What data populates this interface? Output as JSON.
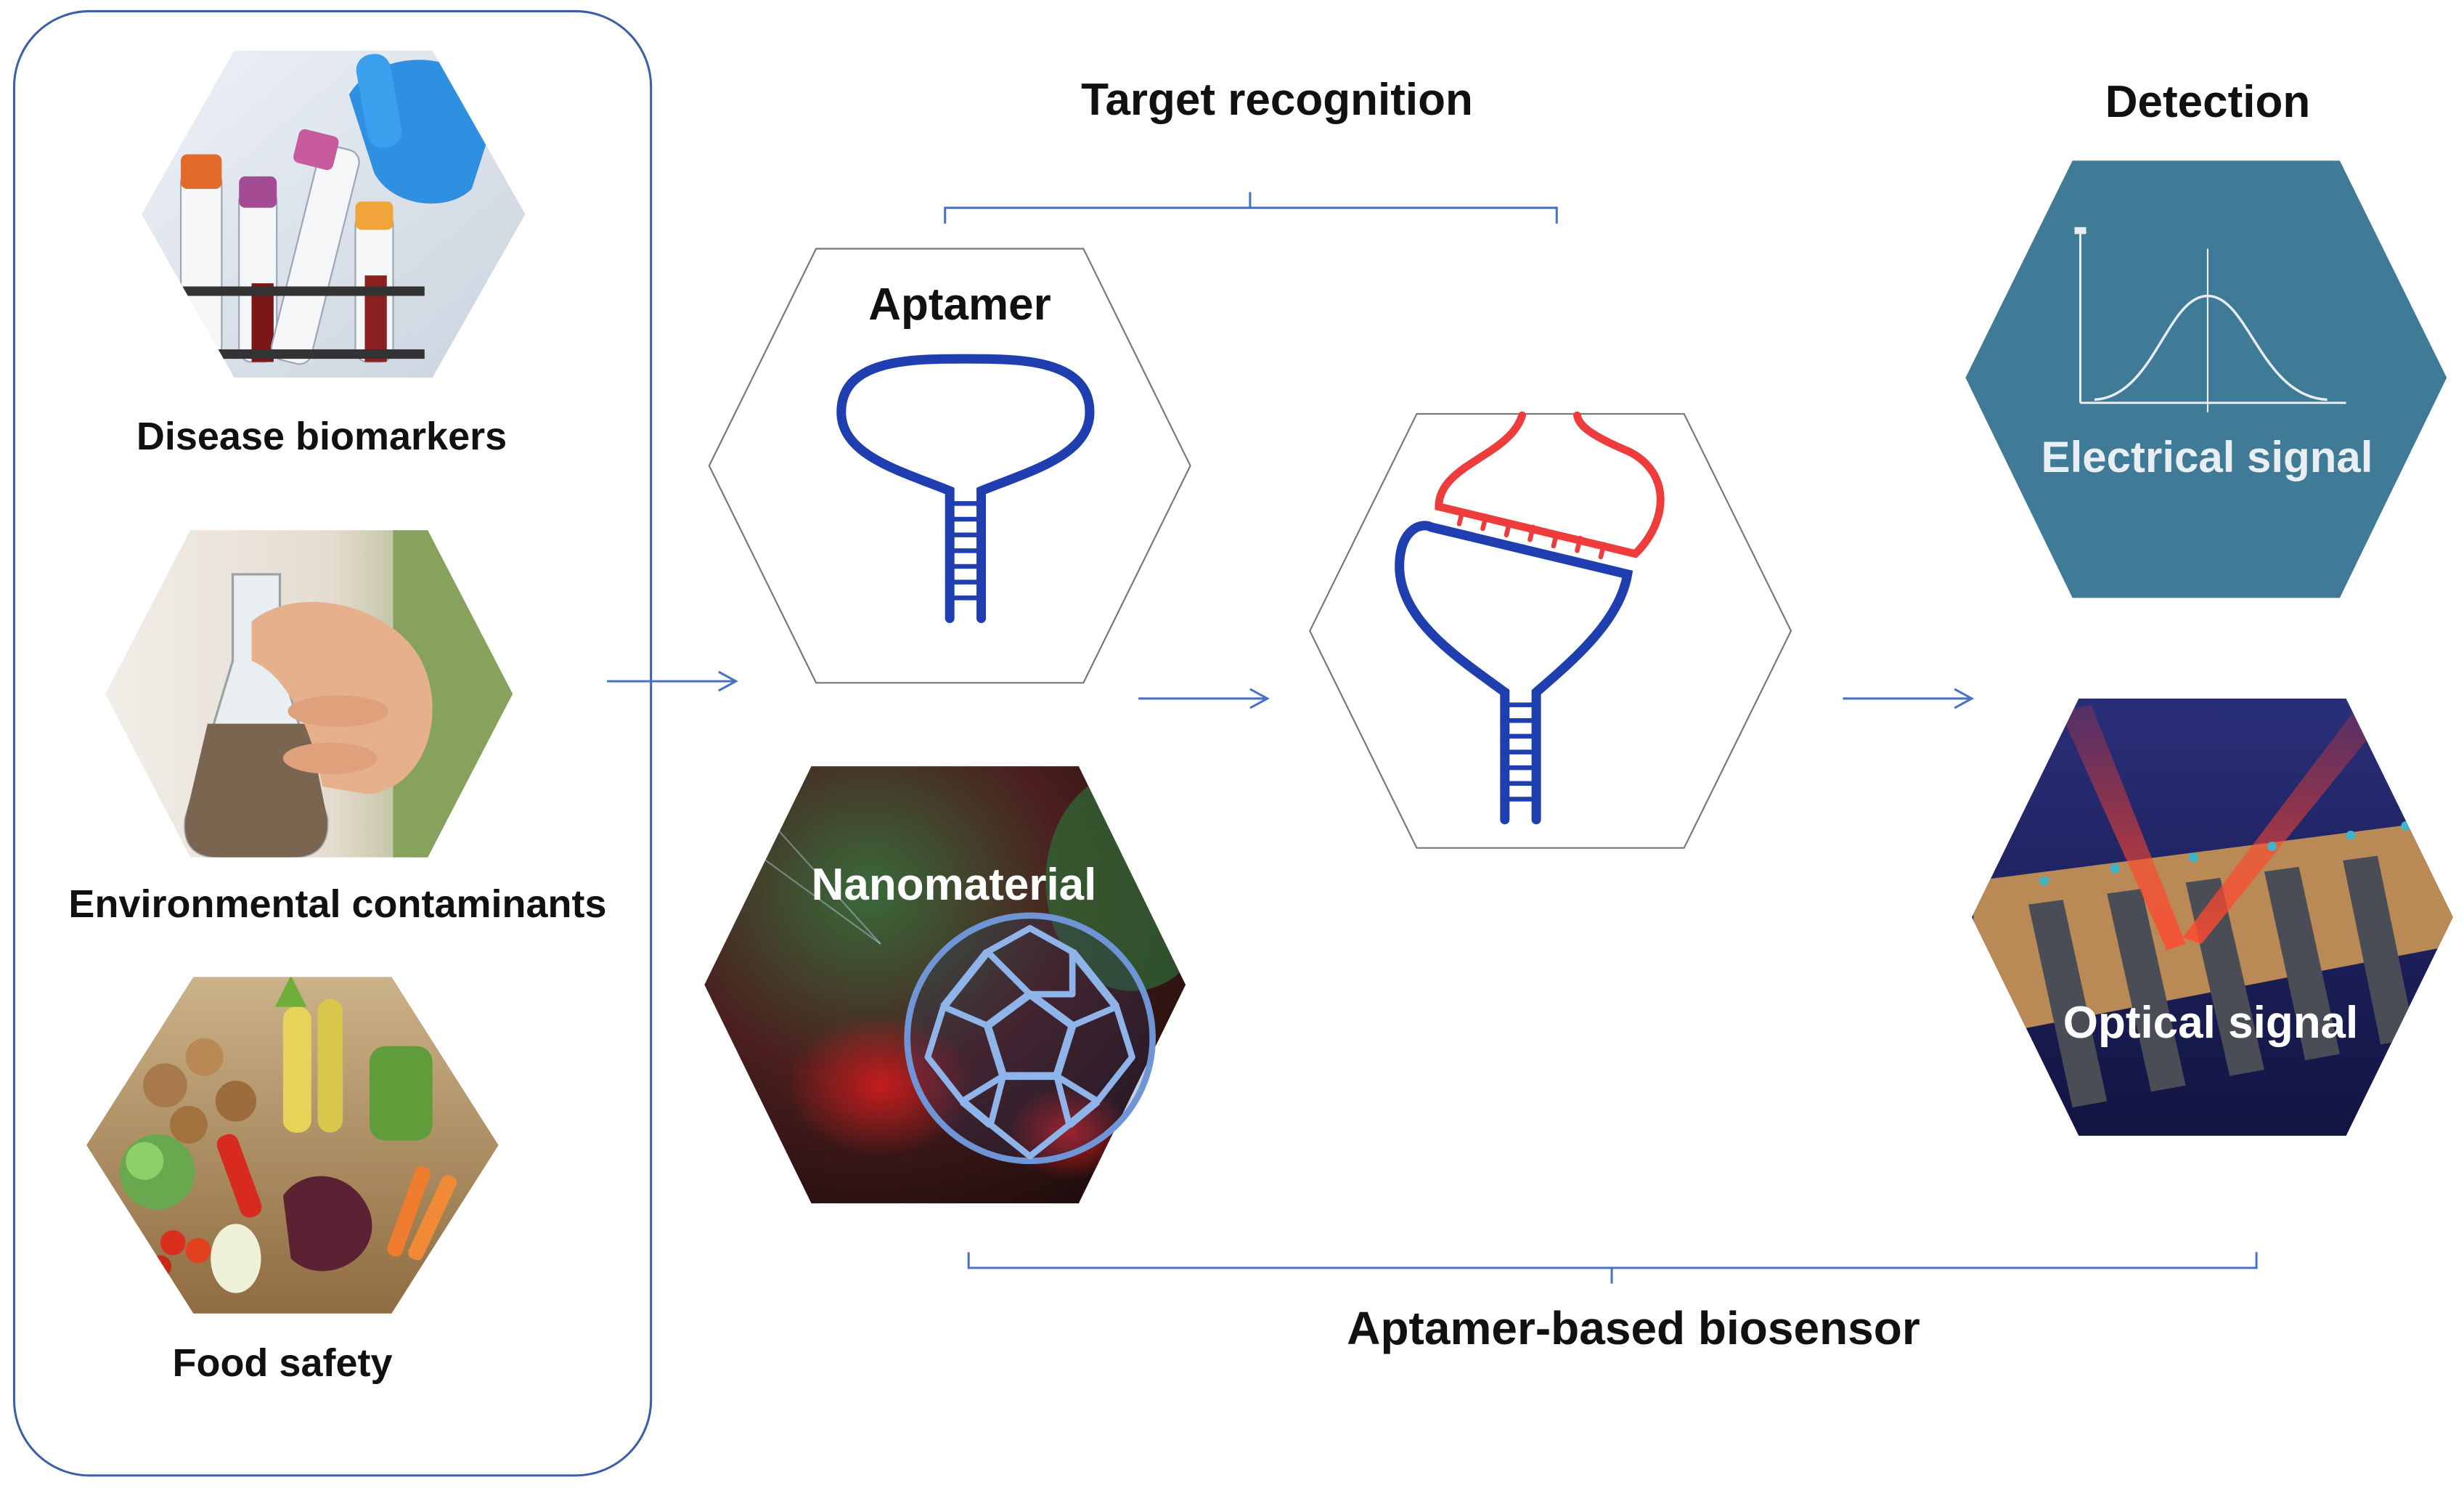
{
  "applications": {
    "disease_label": "Disease biomarkers",
    "environment_label": "Environmental contaminants",
    "food_label": "Food safety"
  },
  "recognition": {
    "heading": "Target recognition",
    "aptamer_label": "Aptamer",
    "nanomaterial_label": "Nanomaterial"
  },
  "detection": {
    "heading": "Detection",
    "electrical_label": "Electrical signal",
    "optical_label": "Optical signal"
  },
  "footer": {
    "biosensor_label": "Aptamer-based biosensor"
  },
  "colors": {
    "aptamer_strand": "#1f3fb0",
    "target_strand": "#ee3b3b",
    "arrow": "#4a72c4",
    "electrical_hex": "#3f7a96",
    "optical_hex": "#1c1f5e",
    "panel_border": "#3b5fa8"
  },
  "icons": {
    "disease": "blood-sample-tubes-icon",
    "environment": "water-flask-icon",
    "food": "vegetable-crate-icon",
    "nanomaterial": "fullerene-icon",
    "electrical": "gaussian-curve-icon",
    "optical": "laser-sensor-chip-icon"
  }
}
